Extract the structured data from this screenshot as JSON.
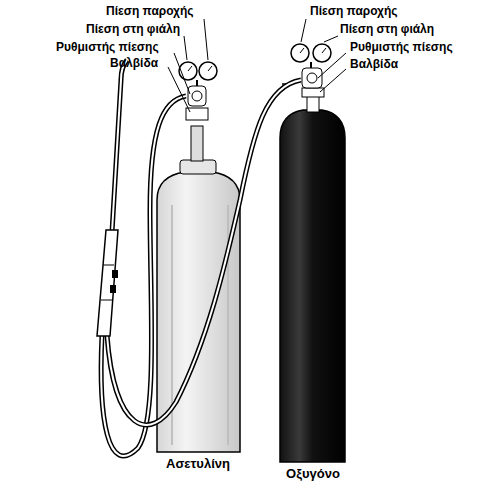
{
  "diagram": {
    "labels": [
      "Πίεση παροχής",
      "Πίεση στη φιάλη",
      "Ρυθμιστής πίεσης",
      "Βαλβίδα",
      "Πίεση παροχής",
      "Πίεση στη φιάλη",
      "Ρυθμιστής πίεσης",
      "Βαλβίδα",
      "Ασετυλίνη",
      "Οξυγόνο"
    ]
  }
}
